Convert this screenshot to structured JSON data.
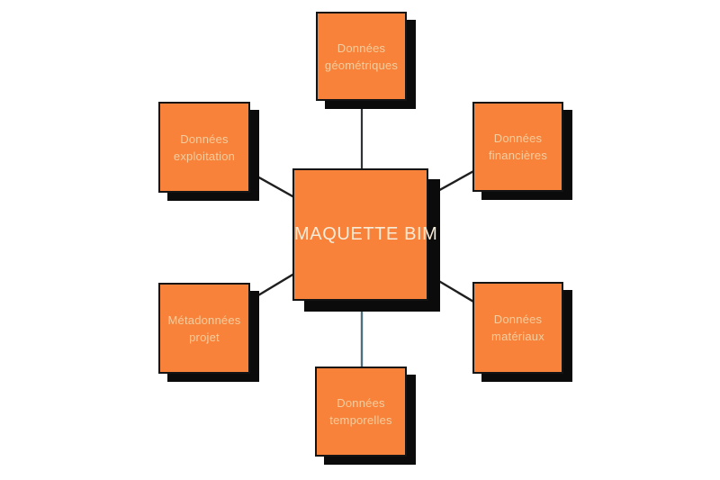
{
  "diagram": {
    "type": "concept-map",
    "center_label": "MAQUETTE BIM",
    "nodes": [
      {
        "id": "donnees-geometriques",
        "position": "top",
        "line1": "Données",
        "line2": "géométriques"
      },
      {
        "id": "donnees-financieres",
        "position": "top-right",
        "line1": "Données",
        "line2": "financières"
      },
      {
        "id": "donnees-materiaux",
        "position": "bottom-right",
        "line1": "Données",
        "line2": "matériaux"
      },
      {
        "id": "donnees-temporelles",
        "position": "bottom",
        "line1": "Données",
        "line2": "temporelles"
      },
      {
        "id": "metadonnees-projet",
        "position": "bottom-left",
        "line1": "Métadonnées",
        "line2": "projet"
      },
      {
        "id": "donnees-exploitation",
        "position": "top-left",
        "line1": "Données",
        "line2": "exploitation"
      }
    ]
  },
  "colors": {
    "background": "#ffffff",
    "box-fill": "#F8823A",
    "box-border": "#141414",
    "box-shadow": "#0B0B0B",
    "node-text": "#F5CD9E",
    "center-text": "#F8ECD9",
    "line-dark": "#1F1F1F",
    "line-mid": "#2F3335",
    "line-accent": "#4F6F7C"
  }
}
